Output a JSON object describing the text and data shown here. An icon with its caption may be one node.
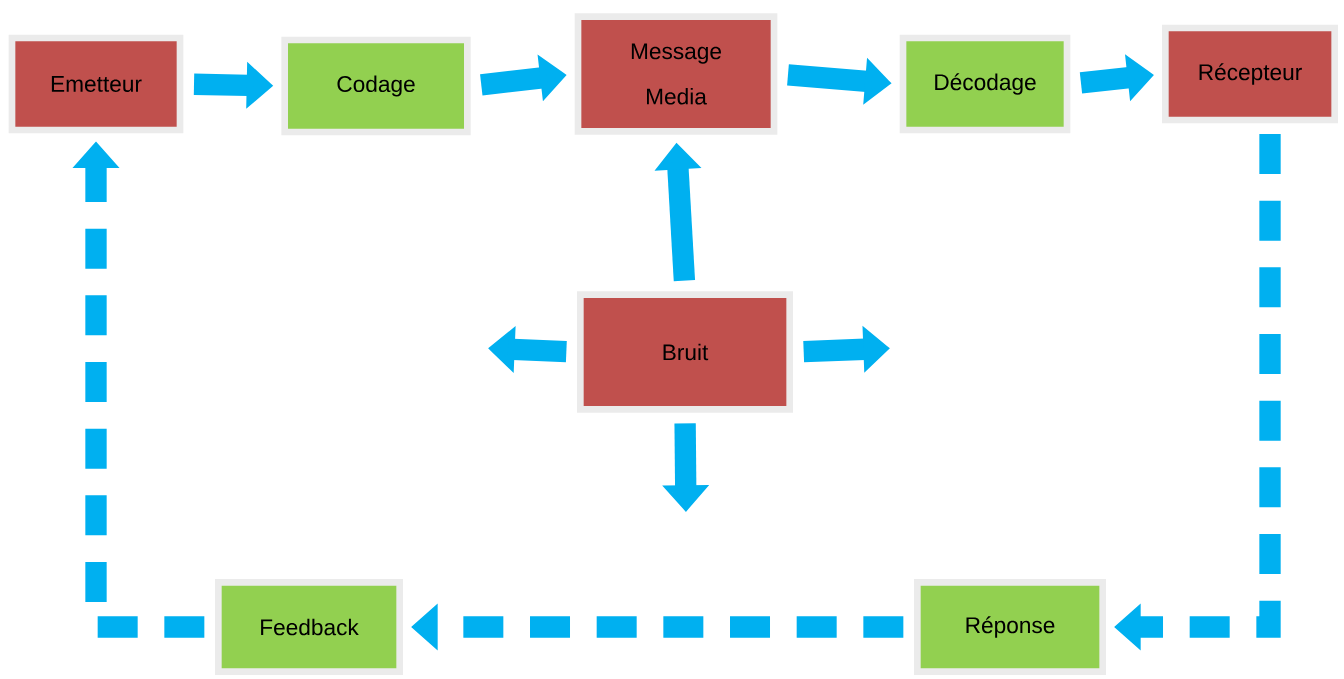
{
  "diagram": {
    "nodes": [
      {
        "text": [
          "Emetteur"
        ]
      },
      {
        "text": [
          "Codage"
        ]
      },
      {
        "text": [
          "Message",
          "Media"
        ]
      },
      {
        "text": [
          "Décodage"
        ]
      },
      {
        "text": [
          "Récepteur"
        ]
      },
      {
        "text": [
          "Bruit"
        ]
      },
      {
        "text": [
          "Réponse"
        ]
      },
      {
        "text": [
          "Feedback"
        ]
      }
    ],
    "edges": [
      {
        "from": 0,
        "to": 1,
        "arrow": "to"
      },
      {
        "from": 1,
        "to": 2,
        "arrow": "to"
      },
      {
        "from": 2,
        "to": 3,
        "arrow": "to"
      },
      {
        "from": 3,
        "to": 4,
        "arrow": "to"
      },
      {
        "from": 5,
        "to": 2,
        "arrow": "to"
      },
      {
        "from": 5,
        "to": null,
        "arrow": "to"
      },
      {
        "from": 5,
        "to": null,
        "arrow": "to"
      },
      {
        "from": 5,
        "to": null,
        "arrow": "to"
      },
      {
        "from": 4,
        "to": 6,
        "arrow": "to",
        "style": "dashed"
      },
      {
        "from": 6,
        "to": 7,
        "arrow": "to",
        "style": "dashed"
      },
      {
        "from": 7,
        "to": 0,
        "arrow": "to",
        "style": "dashed"
      }
    ]
  }
}
